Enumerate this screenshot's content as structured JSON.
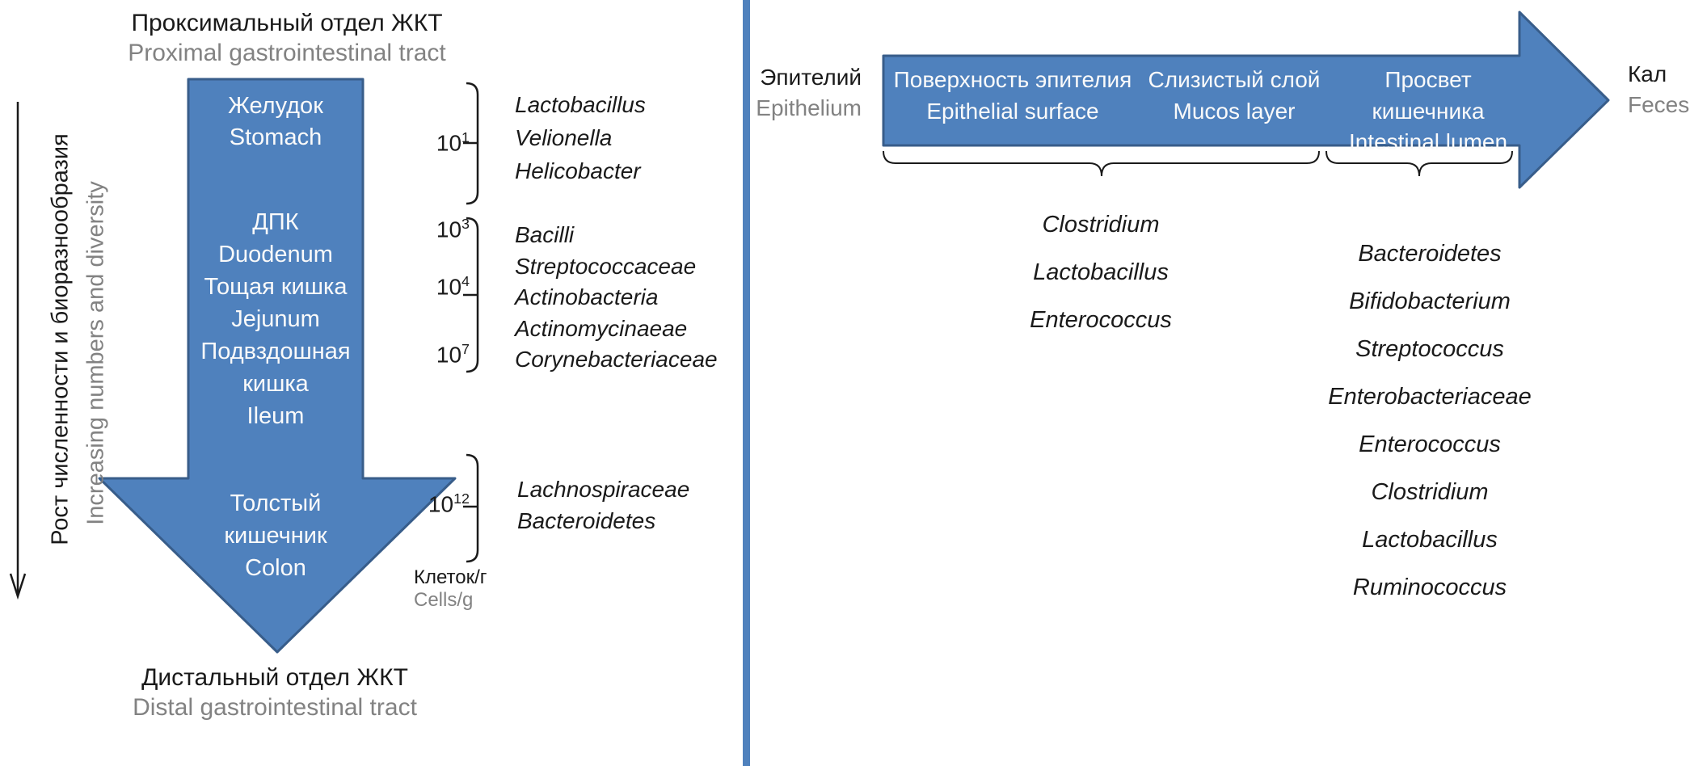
{
  "left": {
    "title_ru": "Проксимальный отдел ЖКТ",
    "title_en": "Proximal gastrointestinal tract",
    "bottom_ru": "Дистальный отдел ЖКТ",
    "bottom_en": "Distal gastrointestinal tract",
    "axis_ru": "Рост численности и биоразнообразия",
    "axis_en": "Increasing numbers and diversity",
    "unit_ru": "Клеток/г",
    "unit_en": "Cells/g",
    "sections": [
      {
        "lines": [
          "Желудок",
          "Stomach"
        ]
      },
      {
        "lines": [
          "ДПК",
          "Duodenum",
          "Тощая кишка",
          "Jejunum",
          "Подвздошная",
          "кишка",
          "Ileum"
        ]
      },
      {
        "lines": [
          "Толстый",
          "кишечник",
          "Colon"
        ]
      }
    ],
    "powers": [
      {
        "b": "10",
        "e": "1"
      },
      {
        "b": "10",
        "e": "3"
      },
      {
        "b": "10",
        "e": "4"
      },
      {
        "b": "10",
        "e": "7"
      },
      {
        "b": "10",
        "e": "12"
      }
    ],
    "groups": [
      [
        "Lactobacillus",
        "Velionella",
        "Helicobacter"
      ],
      [
        "Bacilli",
        "Streptococcaceae",
        "Actinobacteria",
        "Actinomycinaeae",
        "Corynebacteriaceae"
      ],
      [
        "Lachnospiraceae",
        "Bacteroidetes"
      ]
    ]
  },
  "right": {
    "epithelium_ru": "Эпителий",
    "epithelium_en": "Epithelium",
    "feces_ru": "Кал",
    "feces_en": "Feces",
    "segments": [
      {
        "ru": "Поверхность эпителия",
        "en": "Epithelial surface"
      },
      {
        "ru": "Слизистый слой",
        "en": "Mucos layer"
      },
      {
        "ru": "Просвет кишечника",
        "en": "Intestinal lumen"
      }
    ],
    "groups": [
      [
        "Clostridium",
        "Lactobacillus",
        "Enterococcus"
      ],
      [
        "Bacteroidetes",
        "Bifidobacterium",
        "Streptococcus",
        "Enterobacteriaceae",
        "Enterococcus",
        "Clostridium",
        "Lactobacillus",
        "Ruminococcus"
      ]
    ]
  },
  "colors": {
    "arrow_fill": "#4f81bd",
    "arrow_stroke": "#385d8a",
    "divider": "#4f81bd",
    "line_black": "#1a1a1a",
    "gray_text": "#828282"
  }
}
